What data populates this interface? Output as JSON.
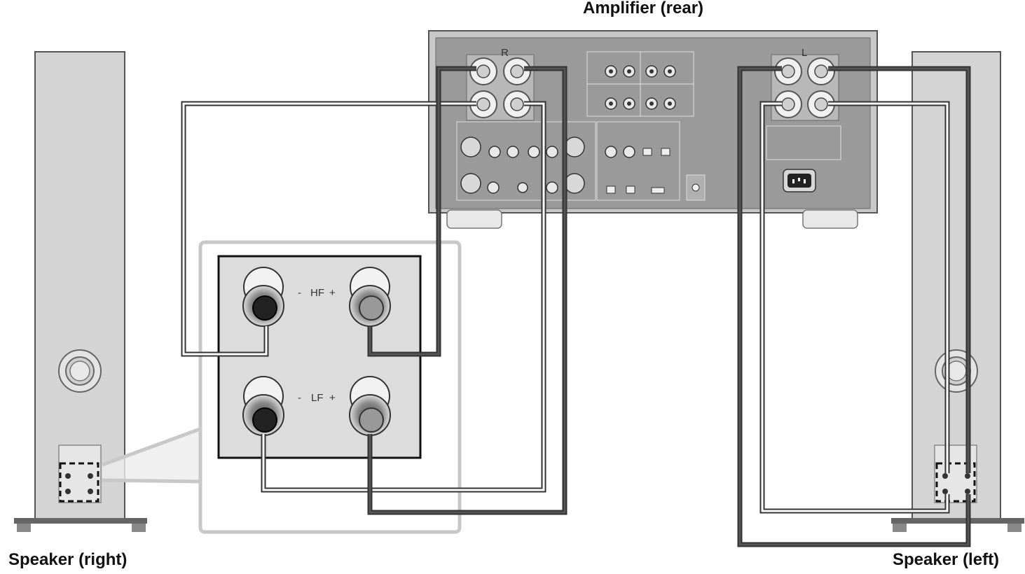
{
  "labels": {
    "amplifier": "Amplifier (rear)",
    "speaker_right": "Speaker (right)",
    "speaker_left": "Speaker (left)"
  },
  "terminal_panel": {
    "hf_minus": "-",
    "hf_label": "HF",
    "hf_plus": "+",
    "lf_minus": "-",
    "lf_label": "LF",
    "lf_plus": "+"
  },
  "amplifier_markings": {
    "right_channel": "R",
    "left_channel": "L"
  },
  "colors": {
    "dark_cable": "#555555",
    "light_cable": "#ffffff",
    "speaker_body": "#d4d4d4",
    "amplifier_body": "#9a9a9a",
    "callout": "#c8c8c8"
  }
}
